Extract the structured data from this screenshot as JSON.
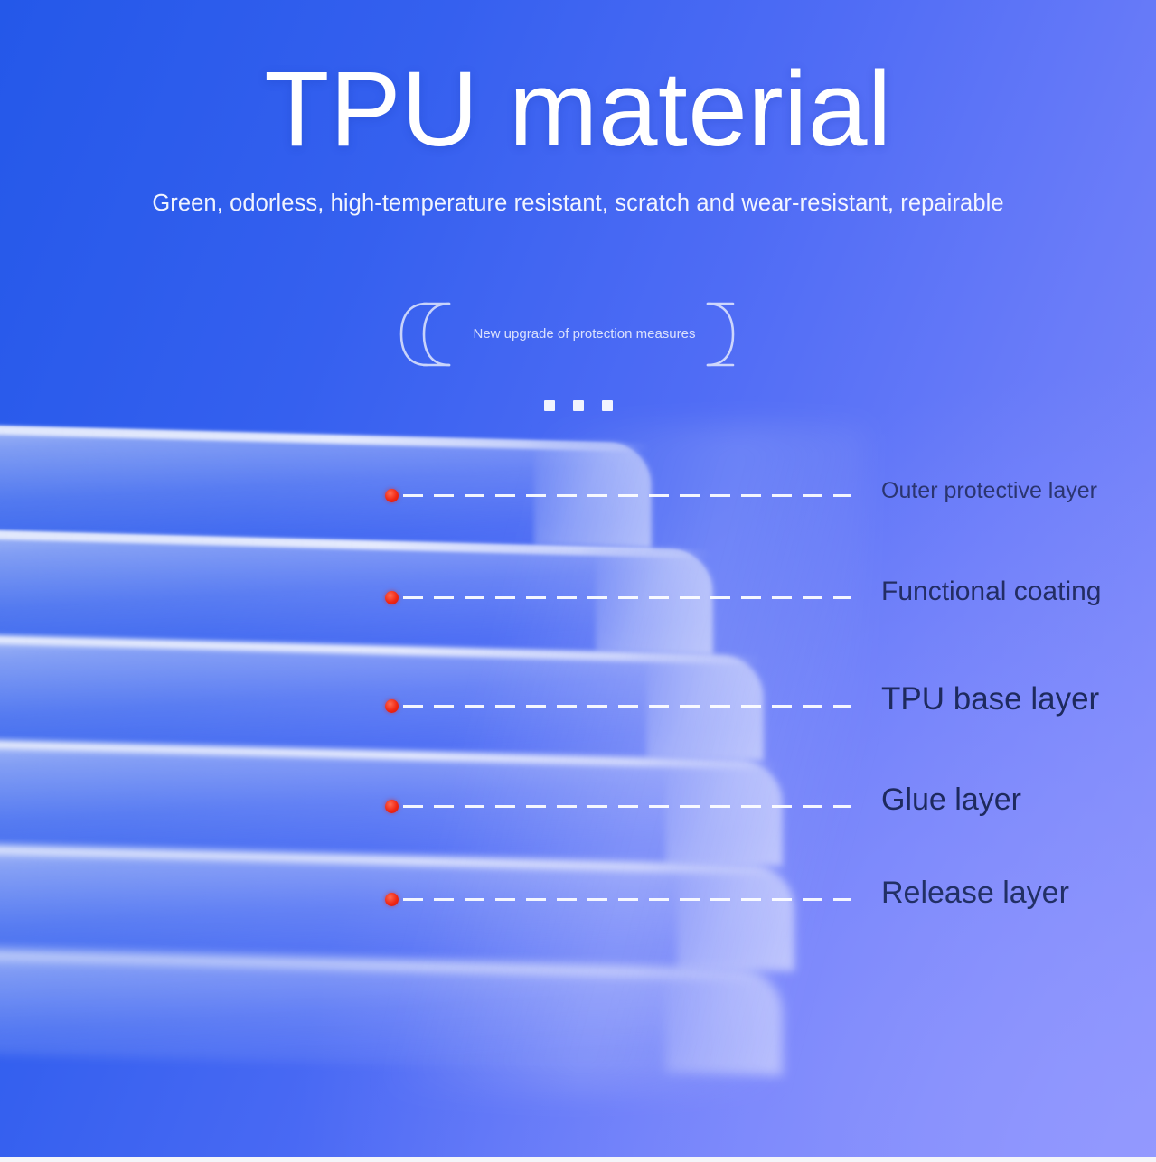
{
  "header": {
    "title": "TPU material",
    "subtitle": "Green, odorless, high-temperature resistant, scratch and wear-resistant, repairable"
  },
  "badge": {
    "text": "New upgrade of protection measures",
    "left_icon": "bracket-left-icon",
    "right_icon": "bracket-right-icon"
  },
  "dots": {
    "count": 3
  },
  "diagram": {
    "type": "layer-stack",
    "marker_color": "#ef2713",
    "line_color": "#ffffff",
    "label_color": "#1e2a5e",
    "layers": [
      {
        "label": "Outer protective layer"
      },
      {
        "label": "Functional coating"
      },
      {
        "label": "TPU base layer"
      },
      {
        "label": "Glue layer"
      },
      {
        "label": "Release layer"
      }
    ]
  },
  "theme": {
    "bg_top_left": "#2458e9",
    "bg_bottom_right": "#838dfb",
    "title_color": "#ffffff",
    "accent_red": "#ef2713"
  }
}
